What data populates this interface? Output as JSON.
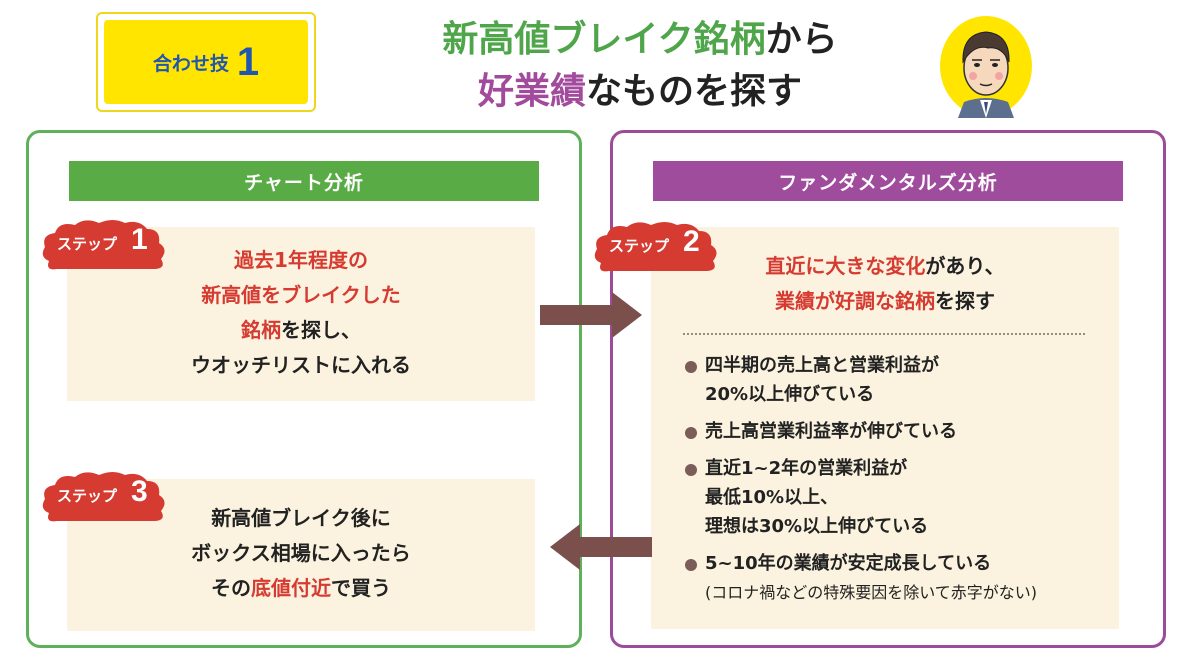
{
  "badge": {
    "text": "合わせ技",
    "number": "1"
  },
  "title": {
    "line1_highlight": "新高値ブレイク銘柄",
    "line1_rest": "から",
    "line2_highlight": "好業績",
    "line2_rest": "なものを探す"
  },
  "avatar": {
    "icon": "man-face-icon"
  },
  "left_panel": {
    "header": "チャート分析",
    "step1": {
      "tag": "ステップ",
      "num": "1",
      "line1": "過去1年程度の",
      "line2": "新高値をブレイクした",
      "line3_red": "銘柄",
      "line3_rest": "を探し、",
      "line4": "ウオッチリストに入れる"
    },
    "step3": {
      "tag": "ステップ",
      "num": "3",
      "line1": "新高値ブレイク後に",
      "line2": "ボックス相場に入ったら",
      "line3_pre": "その",
      "line3_red": "底値付近",
      "line3_post": "で買う"
    }
  },
  "right_panel": {
    "header": "ファンダメンタルズ分析",
    "step2": {
      "tag": "ステップ",
      "num": "2",
      "line1_red": "直近に大きな変化",
      "line1_rest": "があり、",
      "line2_red": "業績が好調な銘柄",
      "line2_rest": "を探す"
    },
    "bullets": [
      {
        "line1": "四半期の売上高と営業利益が",
        "line2": "20%以上伸びている"
      },
      {
        "line1": "売上高営業利益率が伸びている"
      },
      {
        "line1": "直近1~2年の営業利益が",
        "line2": "最低10%以上、",
        "line3": "理想は30%以上伸びている"
      },
      {
        "line1": "5~10年の業績が安定成長している",
        "note": "(コロナ禍などの特殊要因を除いて赤字がない)"
      }
    ]
  },
  "colors": {
    "green": "#59ab45",
    "purple": "#a04c9c",
    "red": "#d63b32",
    "badge_yellow": "#ffe500",
    "card_bg": "#fbf3df",
    "arrow": "#7a4f4c"
  }
}
